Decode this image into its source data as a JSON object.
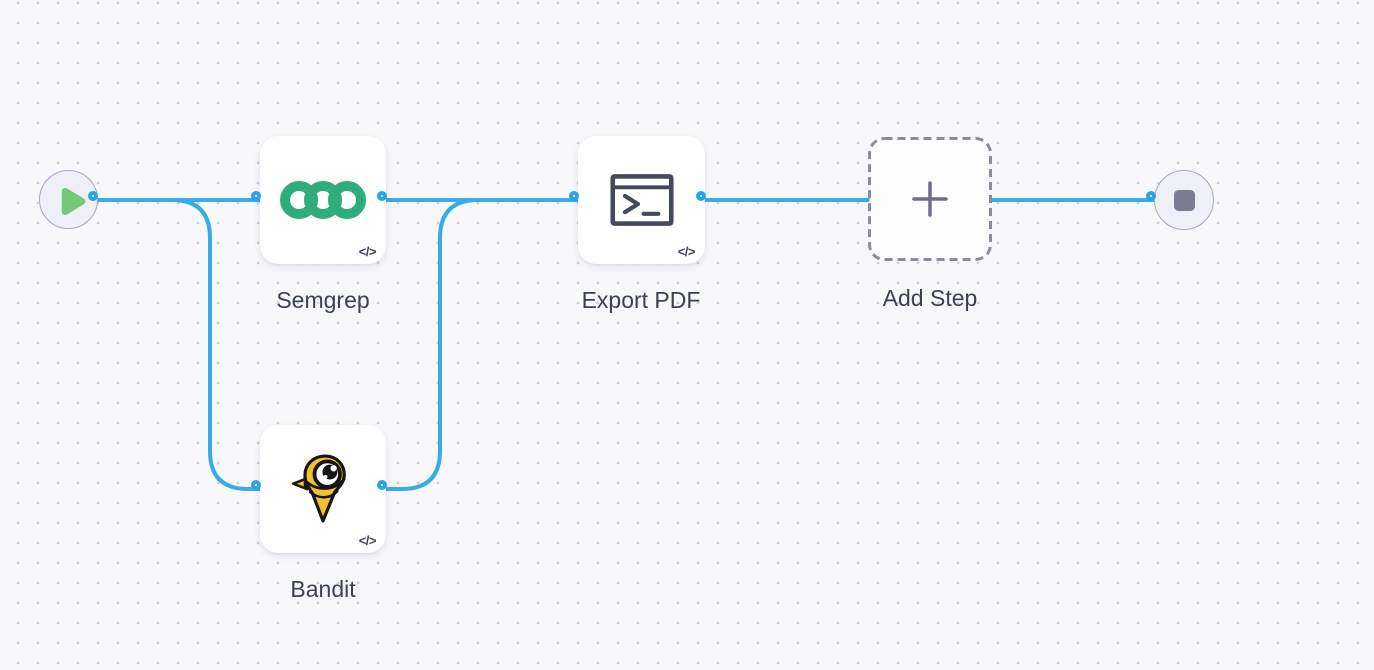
{
  "canvas": {
    "background": "#f8f8fb",
    "dot_color": "#cdced8"
  },
  "palette": {
    "edge_blue": "#38ace9",
    "port_blue": "#2aa4e8",
    "label_text": "#3b4152",
    "circle_fill": "#efeff7",
    "circle_border": "#a6a6bb",
    "play_green": "#74c878",
    "stop_gray": "#7c7c92",
    "semgrep_green": "#2eac7e",
    "bandit_yellow": "#f2c032",
    "bandit_outline": "#161616",
    "dashed_border": "#8b8b9e",
    "plus_gray": "#6e6e84",
    "terminal_slate": "#434a59",
    "badge_color": "#3f4454"
  },
  "nodes": {
    "start": {
      "type": "trigger",
      "icon": "play-icon"
    },
    "semgrep": {
      "label": "Semgrep",
      "icon": "semgrep-logo",
      "badge": "</>"
    },
    "bandit": {
      "label": "Bandit",
      "icon": "bandit-logo",
      "badge": "</>"
    },
    "export_pdf": {
      "label": "Export PDF",
      "icon": "terminal-icon",
      "badge": "</>"
    },
    "add_step": {
      "label": "Add Step",
      "icon": "plus-icon",
      "style": "dashed-placeholder"
    },
    "end": {
      "type": "terminator",
      "icon": "stop-icon"
    }
  },
  "edges": [
    {
      "from": "start",
      "to": "semgrep"
    },
    {
      "from": "start",
      "to": "bandit"
    },
    {
      "from": "semgrep",
      "to": "export_pdf"
    },
    {
      "from": "bandit",
      "to": "export_pdf"
    },
    {
      "from": "export_pdf",
      "to": "end"
    }
  ]
}
